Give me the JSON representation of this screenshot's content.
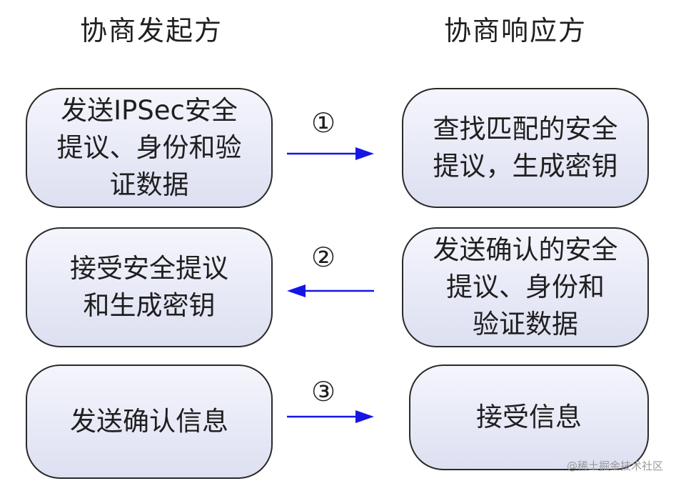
{
  "titles": {
    "initiator": "协商发起方",
    "responder": "协商响应方"
  },
  "steps": [
    {
      "number": "①",
      "direction": "right",
      "initiator_text": "发送IPSec安全\n提议、身份和验\n证数据",
      "responder_text": "查找匹配的安全\n提议，生成密钥"
    },
    {
      "number": "②",
      "direction": "left",
      "initiator_text": "接受安全提议\n和生成密钥",
      "responder_text": "发送确认的安全\n提议、身份和\n验证数据"
    },
    {
      "number": "③",
      "direction": "right",
      "initiator_text": "发送确认信息",
      "responder_text": "接受信息"
    }
  ],
  "colors": {
    "arrow": "#1515e6",
    "box_fill": "#e6e8f6",
    "box_border": "#2a2a2a"
  },
  "watermark": "@稀土掘金技术社区"
}
